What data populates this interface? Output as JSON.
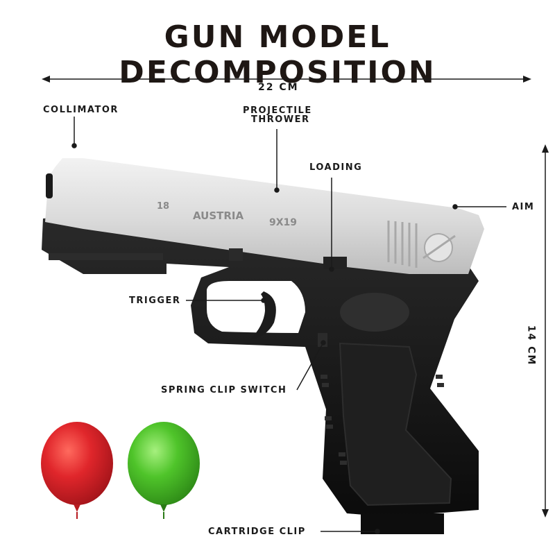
{
  "title": "GUN MODEL DECOMPOSITION",
  "dimensions": {
    "width": "22 CM",
    "height": "14 CM"
  },
  "slide_markings": {
    "left": "18",
    "center": "AUSTRIA",
    "right": "9X19"
  },
  "labels": {
    "collimator": "COLLIMATOR",
    "projectile_thrower_1": "PROJECTILE",
    "projectile_thrower_2": "THROWER",
    "loading": "LOADING",
    "aim": "AIM",
    "trigger": "TRIGGER",
    "spring_clip_switch": "SPRING CLIP SWITCH",
    "cartridge_clip": "CARTRIDGE CLIP"
  },
  "colors": {
    "slide": "#d9d9d9",
    "frame": "#141414",
    "balloon_red": "#e0262b",
    "balloon_green": "#4fc42a",
    "text": "#1a1a1a"
  }
}
